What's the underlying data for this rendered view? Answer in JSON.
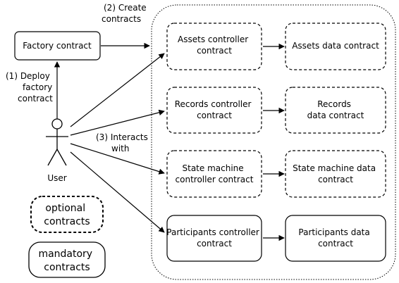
{
  "nodes": {
    "factory": [
      "Factory contract"
    ],
    "assets_ctrl": [
      "Assets controller",
      "contract"
    ],
    "assets_data": [
      "Assets data contract"
    ],
    "records_ctrl": [
      "Records controller",
      "contract"
    ],
    "records_data": [
      "Records",
      "data contract"
    ],
    "state_ctrl": [
      "State machine",
      "controller contract"
    ],
    "state_data": [
      "State machine data",
      "contract"
    ],
    "participants_ctrl": [
      "Participants controller",
      "contract"
    ],
    "participants_data": [
      "Participants data",
      "contract"
    ]
  },
  "actor": {
    "label": "User"
  },
  "edge_labels": {
    "deploy": [
      "(1) Deploy",
      "factory",
      "contract"
    ],
    "create": [
      "(2) Create",
      "contracts"
    ],
    "interacts": [
      "(3) Interacts",
      "with"
    ]
  },
  "legend": {
    "optional": [
      "optional",
      "contracts"
    ],
    "mandatory": [
      "mandatory",
      "contracts"
    ]
  }
}
